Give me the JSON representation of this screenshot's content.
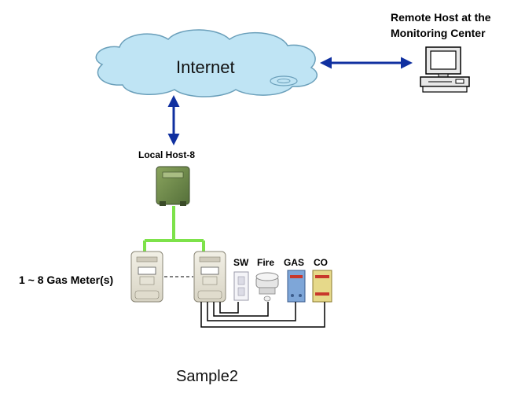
{
  "diagram": {
    "remote_host_label_line1": "Remote Host at the",
    "remote_host_label_line2": "Monitoring Center",
    "internet_label": "Internet",
    "local_host_label": "Local Host-8",
    "gas_meters_label": "1 ~ 8 Gas Meter(s)",
    "sensors": {
      "sw": "SW",
      "fire": "Fire",
      "gas": "GAS",
      "co": "CO"
    },
    "caption": "Sample2"
  },
  "colors": {
    "cloud_fill": "#bfe4f4",
    "cloud_stroke": "#6a9fba",
    "arrow": "#1030a0",
    "green_link": "#7de24a",
    "wire": "#000000",
    "local_host_body": "#6f8a4a"
  }
}
